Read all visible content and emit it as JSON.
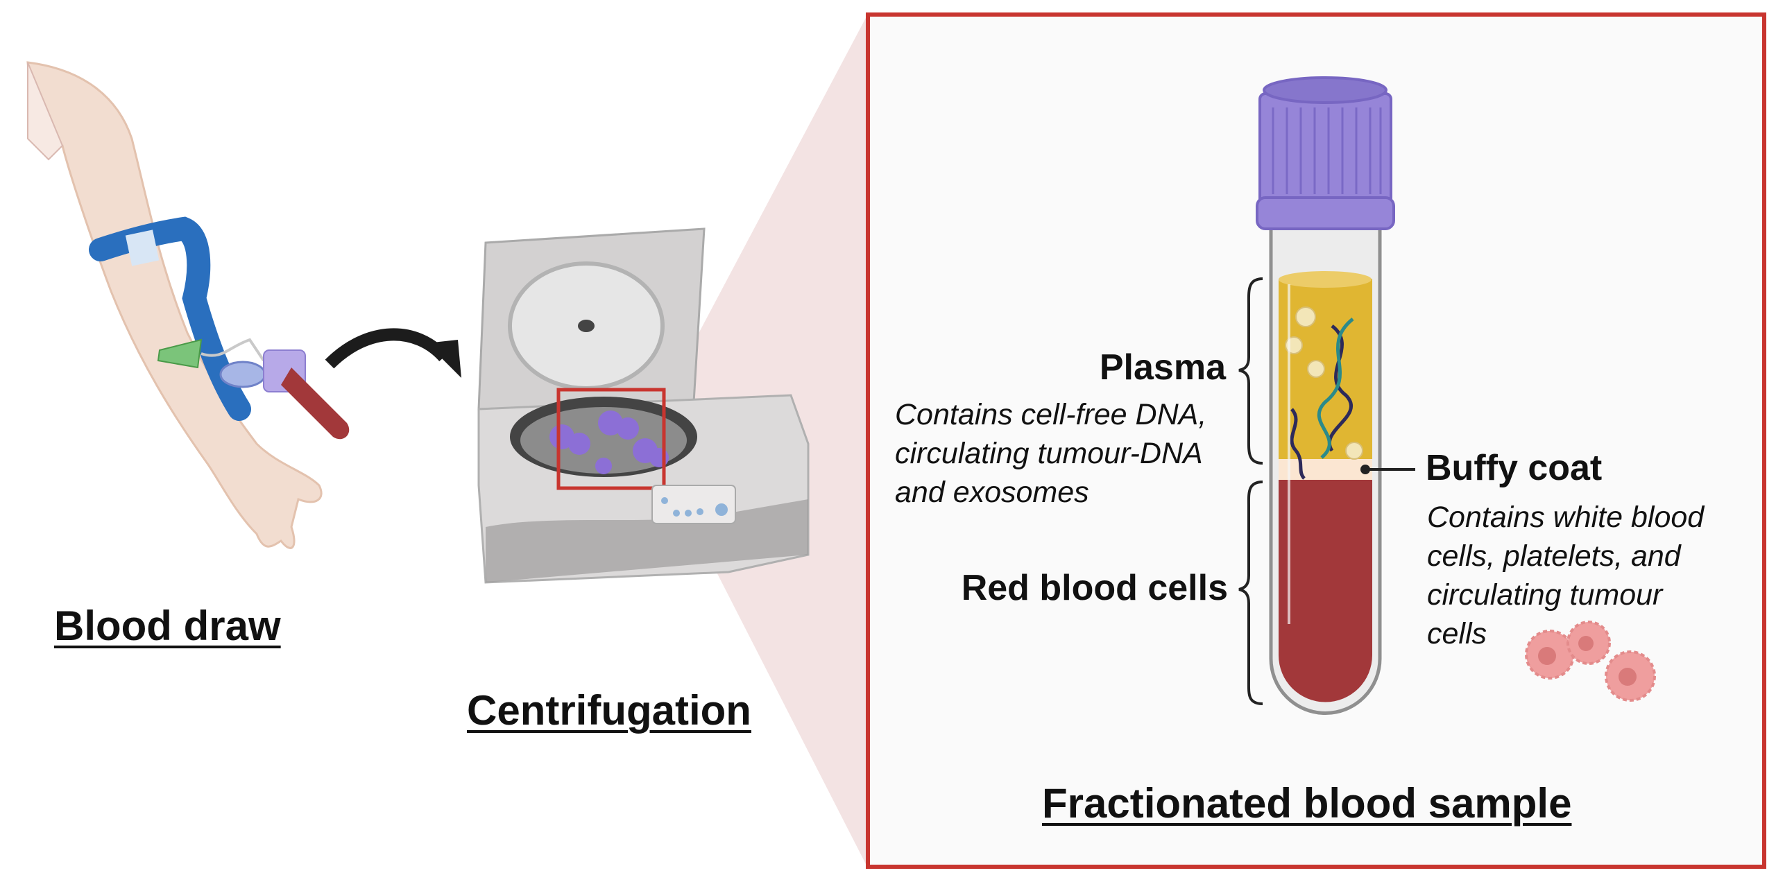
{
  "steps": {
    "blood_draw": "Blood draw",
    "centrifugation": "Centrifugation",
    "fractionated": "Fractionated blood sample"
  },
  "layers": {
    "plasma": {
      "label": "Plasma",
      "desc": [
        "Contains cell-free DNA,",
        "circulating tumour-DNA",
        "and exosomes"
      ]
    },
    "buffy_coat": {
      "label": "Buffy coat",
      "desc": [
        "Contains white blood",
        "cells, platelets, and",
        "circulating tumour",
        "cells"
      ]
    },
    "red_blood_cells": {
      "label": "Red blood cells"
    }
  },
  "colors": {
    "highlight_border": "#c8352f",
    "zoom_fill": "#f1dede",
    "cap": "#9685d8",
    "plasma": "#e0b632",
    "buffy": "#fbe6d2",
    "rbc": "#a2383a",
    "tourniquet": "#2a6fbe",
    "skin": "#f2ddd0"
  }
}
